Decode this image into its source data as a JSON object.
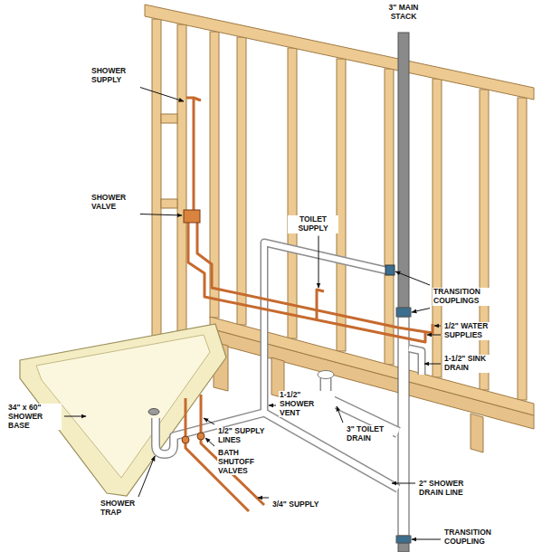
{
  "diagram": {
    "labels": [
      "3\" MAIN STACK",
      "SHOWER SUPPLY",
      "SHOWER VALVE",
      "TOILET SUPPLY",
      "TRANSITION COUPLINGS",
      "1/2\" WATER SUPPLIES",
      "1-1/2\" SINK DRAIN",
      "34\" x 60\" SHOWER BASE",
      "1-1/2\" SHOWER VENT",
      "3\" TOILET DRAIN",
      "1/2\" SUPPLY LINES",
      "BATH SHUTOFF VALVES",
      "SHOWER TRAP",
      "3/4\" SUPPLY",
      "2\" SHOWER DRAIN LINE",
      "TRANSITION COUPLING"
    ]
  }
}
